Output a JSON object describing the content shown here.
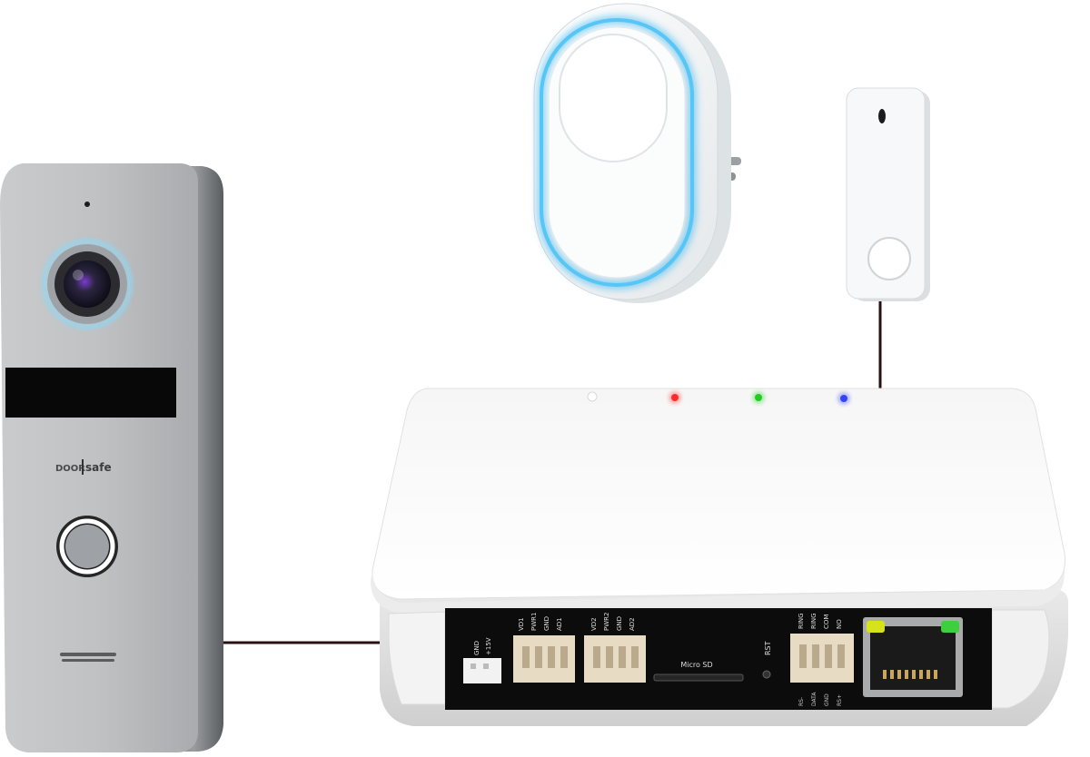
{
  "doorbell": {
    "brand_left": "DOOR",
    "brand_right": "safe"
  },
  "hub": {
    "power_labels": [
      "GND",
      "+15V"
    ],
    "port1_labels": [
      "VD1",
      "PWR1",
      "GND",
      "AD1"
    ],
    "port2_labels": [
      "VD2",
      "PWR2",
      "GND",
      "AD2"
    ],
    "sd_label": "Micro SD",
    "rst_label": "RST",
    "port3_labels_top": [
      "RING",
      "RING",
      "COM",
      "NO"
    ],
    "port3_labels_bottom": [
      "RS-",
      "DATA",
      "GND",
      "RS+"
    ],
    "led_colors": [
      "#ffffff",
      "#ff2a2a",
      "#22cc22",
      "#3344ff"
    ]
  },
  "colors": {
    "chime_glow": "#37b5f0",
    "doorbell_body": "#b9bcbf",
    "hub_body": "#ffffff",
    "hub_port_panel": "#0c0c0c"
  }
}
